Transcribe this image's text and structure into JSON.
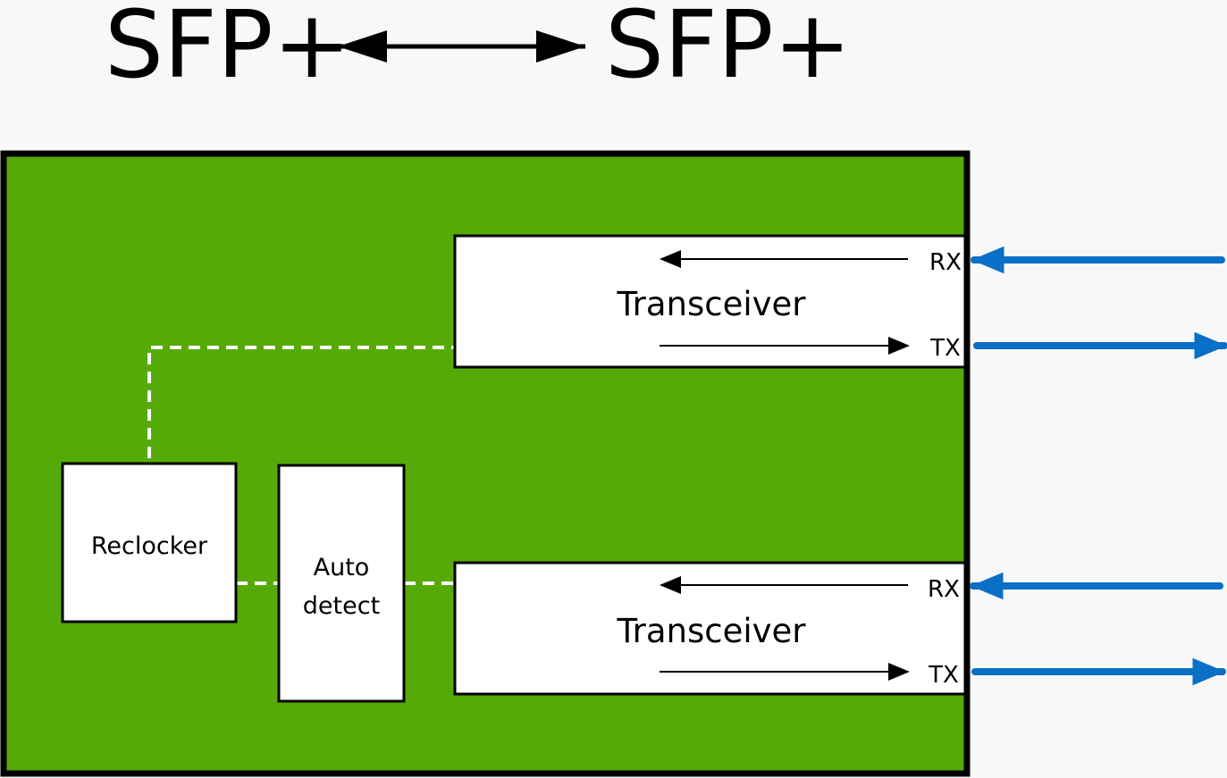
{
  "header": {
    "left_label": "SFP+",
    "right_label": "SFP+"
  },
  "board": {
    "fill_color": "#56aa08",
    "border_color": "#000000"
  },
  "blocks": {
    "reclocker": "Reclocker",
    "auto_detect_line1": "Auto",
    "auto_detect_line2": "detect"
  },
  "transceivers": [
    {
      "label": "Transceiver",
      "rx_label": "RX",
      "tx_label": "TX"
    },
    {
      "label": "Transceiver",
      "rx_label": "RX",
      "tx_label": "TX"
    }
  ],
  "colors": {
    "external_arrow": "#0a6fc6",
    "dashed_link": "#ffffff"
  }
}
